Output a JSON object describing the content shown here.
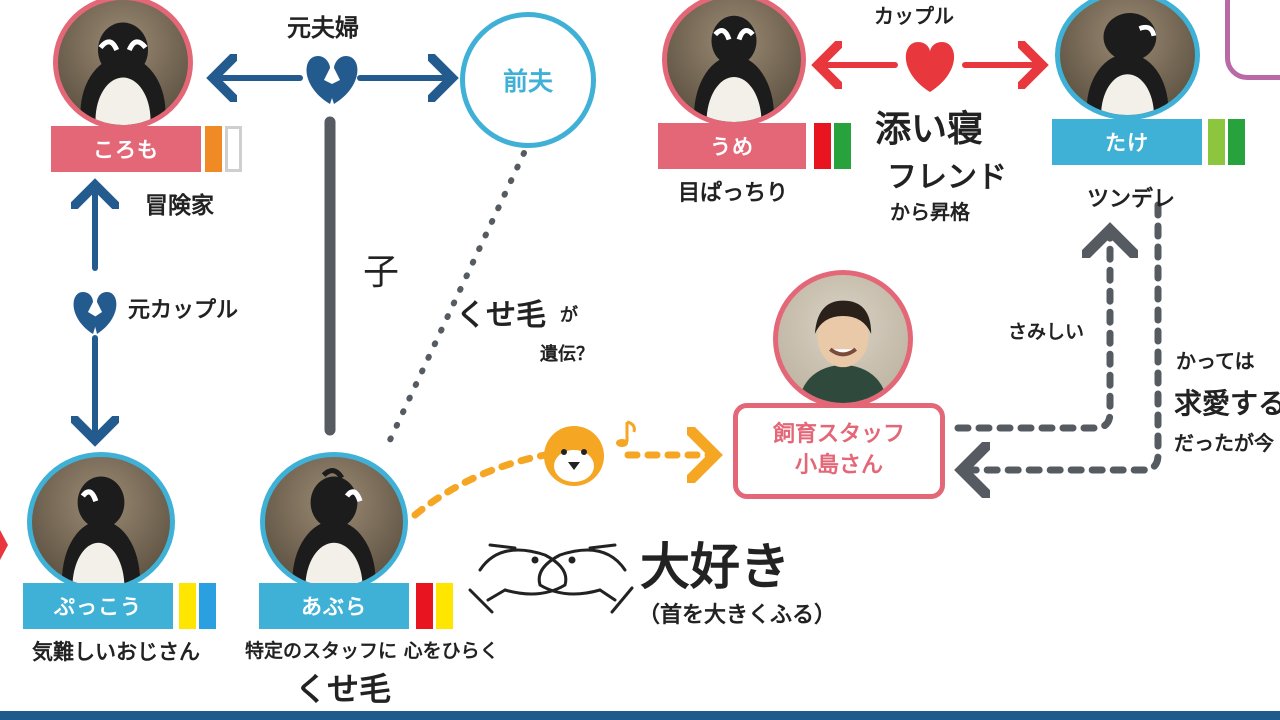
{
  "colors": {
    "navy": "#245b8f",
    "gray": "#555b60",
    "red": "#e8383d",
    "orange": "#f5a623",
    "pink": "#e46778",
    "blue": "#3fb0d6",
    "purple": "#b96aa6"
  },
  "penguins": {
    "koromo": {
      "name": "ころも",
      "trait": "冒険家",
      "tags": [
        "#f08a24",
        "#ffffff"
      ]
    },
    "ume": {
      "name": "うめ",
      "trait": "目ぱっちり",
      "tags": [
        "#e8141f",
        "#28a23c"
      ]
    },
    "take": {
      "name": "たけ",
      "trait": "ツンデレ",
      "tags": [
        "#8cc63f",
        "#28a23c"
      ]
    },
    "pukkou": {
      "name": "ぷっこう",
      "trait": "気難しいおじさん",
      "tags": [
        "#ffe600",
        "#2aa0e0"
      ]
    },
    "abura": {
      "name": "あぶら",
      "trait": "特定のスタッフに 心をひらく",
      "trait2": "くせ毛",
      "tags": [
        "#e8141f",
        "#ffe600"
      ]
    }
  },
  "ex_husband": {
    "label": "前夫"
  },
  "staff": {
    "line1": "飼育スタッフ",
    "line2": "小島さん"
  },
  "relations": {
    "former_spouses": "元夫婦",
    "child": "子",
    "former_couple": "元カップル",
    "couple": "カップル",
    "cosleep_1": "添い寝",
    "cosleep_2": "フレンド",
    "cosleep_3": "から昇格",
    "inherit_1": "くせ毛",
    "inherit_2": "が",
    "inherit_3": "遺伝？",
    "lonely": "さみしい",
    "courted_1": "かっては",
    "courted_2": "求愛する",
    "courted_3": "だったが今",
    "love": "大好き",
    "love_sub": "（首を大きくふる）"
  }
}
